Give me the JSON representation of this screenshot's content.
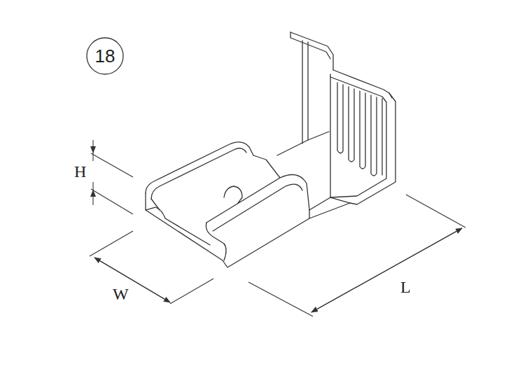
{
  "diagram": {
    "nodes": [
      {
        "text": [
          "18"
        ]
      }
    ],
    "labels": [
      "H",
      "W",
      "L"
    ]
  }
}
